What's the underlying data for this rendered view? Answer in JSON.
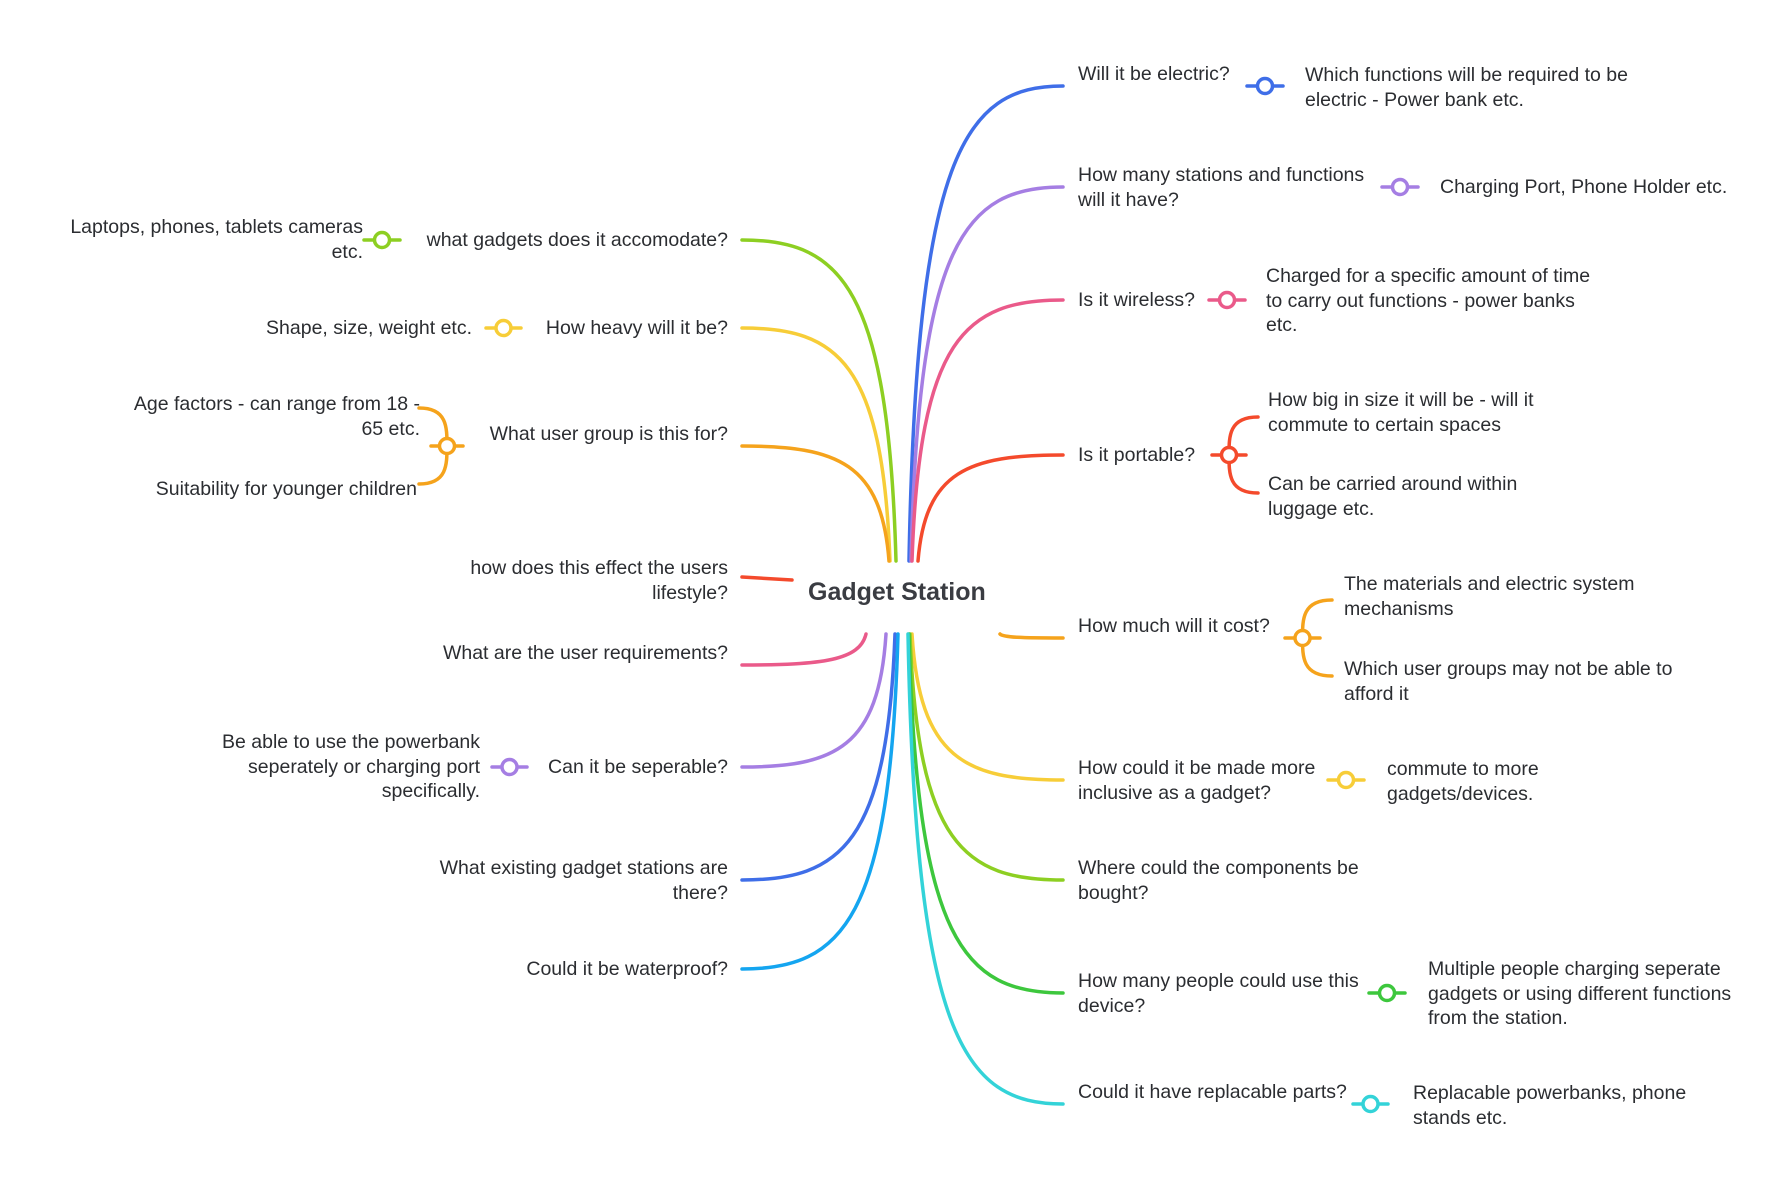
{
  "title": "Gadget Station",
  "colors": {
    "blue": "#3f6ee8",
    "purple": "#a57ee3",
    "pink": "#ea5a8a",
    "red": "#f44a2c",
    "orange": "#f5a31c",
    "yellow": "#f7cd38",
    "lime": "#8dcf22",
    "green": "#3dc73d",
    "cyan": "#33d3d8",
    "sky": "#14a5f0",
    "text": "#2b2d31"
  },
  "branches": [
    {
      "id": "electric",
      "label": "Will it be electric?",
      "color": "blue",
      "children": [
        "Which functions will be required to be electric - Power bank etc."
      ]
    },
    {
      "id": "stations",
      "label": "How many stations and functions will it have?",
      "color": "purple",
      "children": [
        "Charging Port, Phone Holder etc."
      ]
    },
    {
      "id": "wireless",
      "label": "Is it wireless?",
      "color": "pink",
      "children": [
        "Charged for a specific amount of time to carry out functions - power banks etc."
      ]
    },
    {
      "id": "portable",
      "label": "Is it portable?",
      "color": "red",
      "children": [
        "How big in size it will be - will it commute to certain spaces",
        "Can be carried around within luggage etc."
      ]
    },
    {
      "id": "cost",
      "label": "How much will it cost?",
      "color": "orange",
      "children": [
        "The materials and electric system mechanisms",
        "Which user groups may not be able to afford it"
      ]
    },
    {
      "id": "inclusive",
      "label": "How could it be made more inclusive as a gadget?",
      "color": "yellow",
      "children": [
        "commute to more gadgets/devices."
      ]
    },
    {
      "id": "components",
      "label": "Where could the components be bought?",
      "color": "lime",
      "children": []
    },
    {
      "id": "people",
      "label": "How many people could use this device?",
      "color": "green",
      "children": [
        "Multiple people charging seperate gadgets or using different functions from the station."
      ]
    },
    {
      "id": "replacable",
      "label": "Could it have replacable parts?",
      "color": "cyan",
      "children": [
        "Replacable powerbanks, phone stands etc."
      ]
    },
    {
      "id": "gadgets",
      "label": "what gadgets does it accomodate?",
      "color": "lime",
      "children": [
        "Laptops, phones, tablets cameras etc."
      ]
    },
    {
      "id": "heavy",
      "label": "How heavy will it be?",
      "color": "yellow",
      "children": [
        "Shape, size, weight etc."
      ]
    },
    {
      "id": "usergroup",
      "label": "What user group is this for?",
      "color": "orange",
      "children": [
        "Age factors - can range from 18 - 65 etc.",
        "Suitability for younger children"
      ]
    },
    {
      "id": "lifestyle",
      "label": "how does this effect the users lifestyle?",
      "color": "red",
      "children": []
    },
    {
      "id": "requirements",
      "label": "What are the user requirements?",
      "color": "pink",
      "children": []
    },
    {
      "id": "seperable",
      "label": "Can it be seperable?",
      "color": "purple",
      "children": [
        "Be able to use the powerbank seperately or charging port specifically."
      ]
    },
    {
      "id": "existing",
      "label": "What existing gadget stations are there?",
      "color": "blue",
      "children": []
    },
    {
      "id": "waterproof",
      "label": "Could it be waterproof?",
      "color": "sky",
      "children": []
    }
  ]
}
